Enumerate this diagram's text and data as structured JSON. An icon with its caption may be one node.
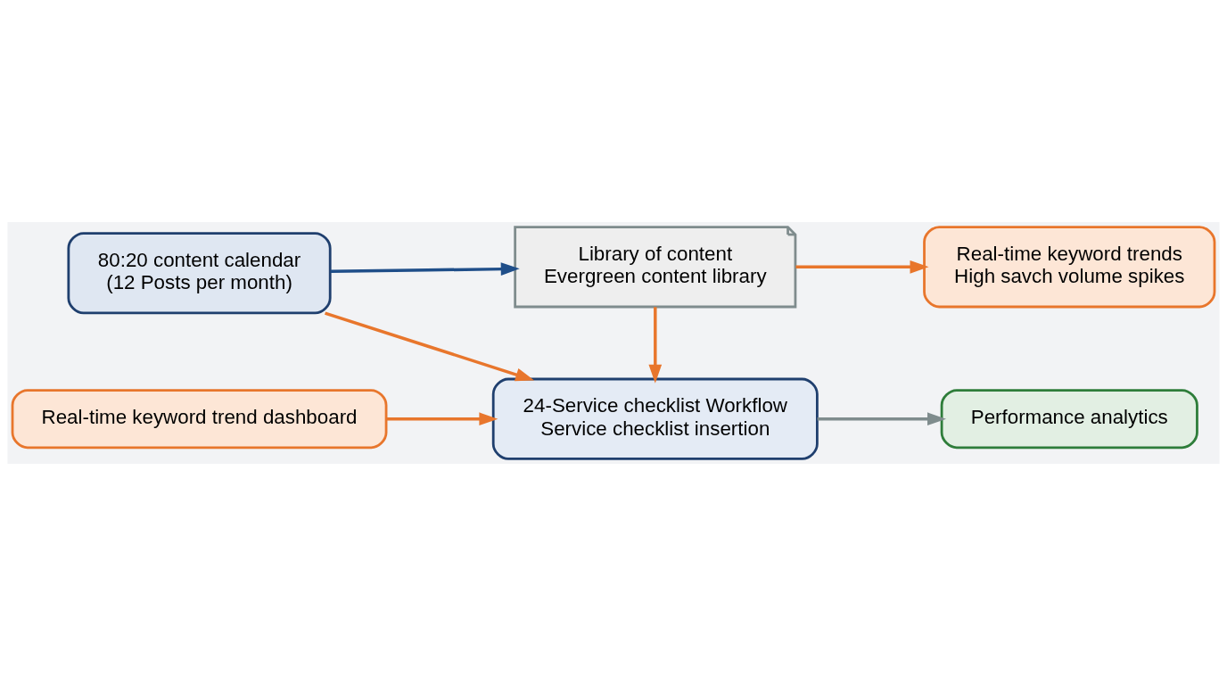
{
  "diagram": {
    "nodes": [
      {
        "text": [
          "80:20 content calendar",
          "(12 Posts per month)"
        ]
      },
      {
        "text": [
          "Library of content",
          "Evergreen content library"
        ]
      },
      {
        "text": [
          "Real-time keyword trends",
          "High savch volume spikes"
        ]
      },
      {
        "text": [
          "24-Service checklist Workflow",
          "Service checklist insertion"
        ]
      },
      {
        "text": [
          "Real-time keyword trend dashboard"
        ]
      },
      {
        "text": [
          "Performance analytics"
        ]
      }
    ],
    "edges": [
      {
        "from": 0,
        "to": 1,
        "arrow": "to",
        "color": "#1f4e89"
      },
      {
        "from": 0,
        "to": 3,
        "arrow": "to"
      },
      {
        "from": 1,
        "to": 3,
        "arrow": "to"
      },
      {
        "from": 1,
        "to": 2,
        "arrow": "to"
      },
      {
        "from": 4,
        "to": 3,
        "arrow": "to"
      },
      {
        "from": 3,
        "to": 5,
        "arrow": "to",
        "color": "#7f8c8d"
      }
    ]
  }
}
